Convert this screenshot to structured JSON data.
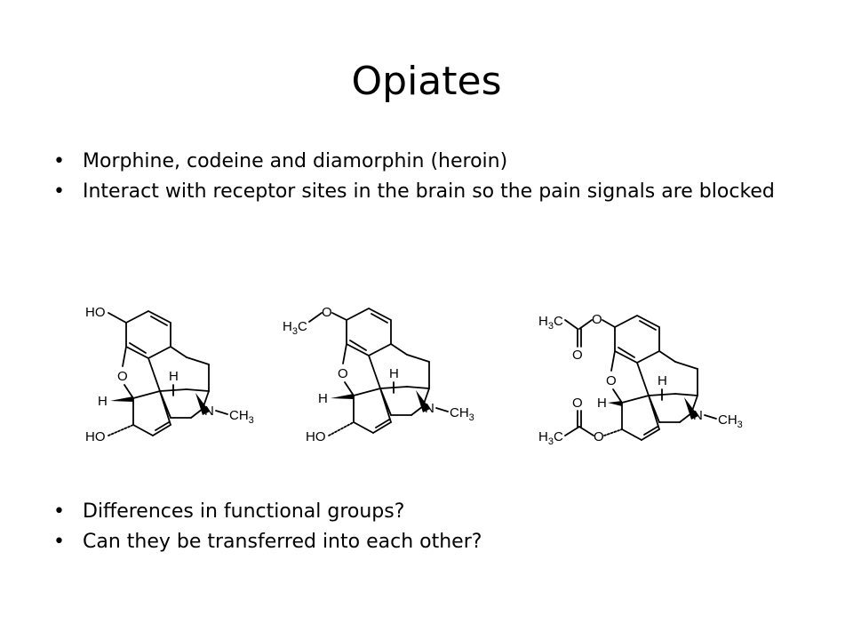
{
  "slide": {
    "title": "Opiates",
    "bullets_top": [
      "Morphine, codeine and diamorphin (heroin)",
      "Interact with receptor sites in the brain so the pain signals are blocked"
    ],
    "bullets_bottom": [
      "Differences in functional groups?",
      "Can they be transferred into each other?"
    ]
  },
  "structures": {
    "morphine": {
      "top_group": "HO",
      "ring_o": "O",
      "h_left": "H",
      "h_top": "H",
      "n": "N",
      "n_group_main": "CH",
      "n_group_sub": "3",
      "bottom_group": "HO"
    },
    "codeine": {
      "top_group_main": "H",
      "top_group_sub": "3",
      "top_group_c": "C",
      "top_group_o": "O",
      "ring_o": "O",
      "h_left": "H",
      "h_top": "H",
      "n": "N",
      "n_group_main": "CH",
      "n_group_sub": "3",
      "bottom_group": "HO"
    },
    "heroin": {
      "acetyl_top_h": "H",
      "acetyl_top_sub": "3",
      "acetyl_top_c": "C",
      "acetyl_top_o": "O",
      "acetyl_top_carbonyl_o": "O",
      "ring_o": "O",
      "h_left": "H",
      "h_top": "H",
      "n": "N",
      "n_group_main": "CH",
      "n_group_sub": "3",
      "acetyl_bottom_carbonyl_o": "O",
      "acetyl_bottom_h": "H",
      "acetyl_bottom_sub": "3",
      "acetyl_bottom_c": "C",
      "acetyl_bottom_o": "O"
    }
  }
}
